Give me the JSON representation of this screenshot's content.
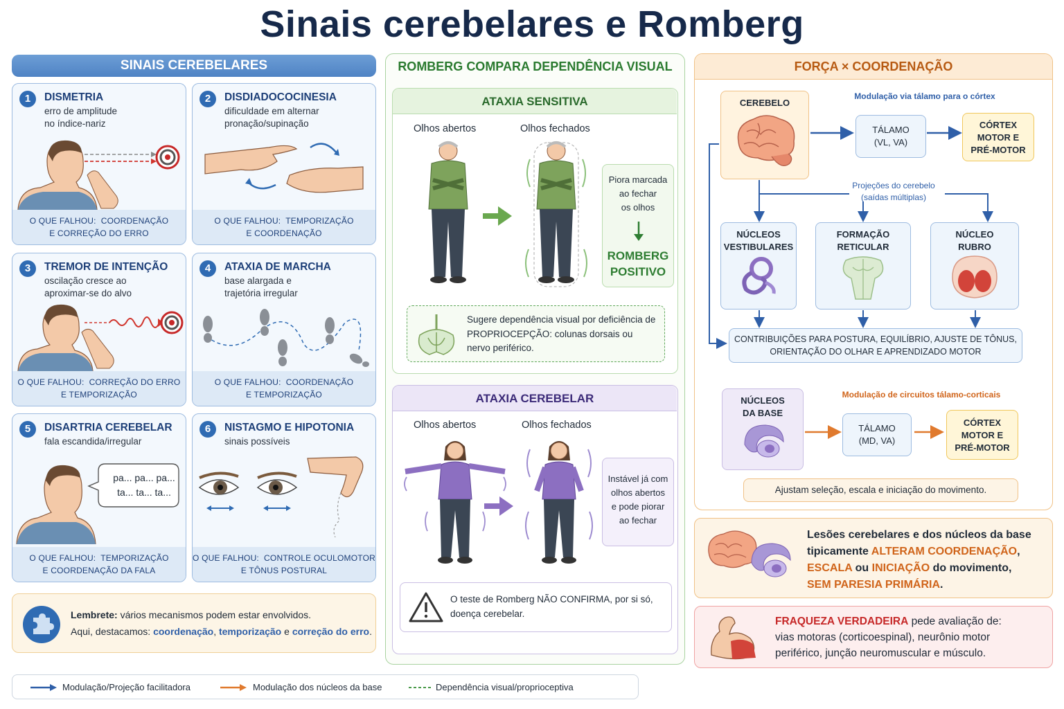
{
  "title": "Sinais cerebelares e Romberg",
  "left": {
    "header": "SINAIS CEREBELARES",
    "cards": [
      {
        "num": "1",
        "title": "DISMETRIA",
        "subtitle": "erro de amplitude\nno índice-nariz",
        "foot_label": "O QUE FALHOU:",
        "foot_text": "COORDENAÇÃO\nE CORREÇÃO DO ERRO"
      },
      {
        "num": "2",
        "title": "DISDIADOCOCINESIA",
        "subtitle": "dificuldade em alternar\npronação/supinação",
        "foot_label": "O QUE FALHOU:",
        "foot_text": "TEMPORIZAÇÃO\nE COORDENAÇÃO"
      },
      {
        "num": "3",
        "title": "TREMOR DE INTENÇÃO",
        "subtitle": "oscilação cresce ao\naproximar-se do alvo",
        "foot_label": "O QUE FALHOU:",
        "foot_text": "CORREÇÃO DO ERRO\nE TEMPORIZAÇÃO"
      },
      {
        "num": "4",
        "title": "ATAXIA DE MARCHA",
        "subtitle": "base alargada e\ntrajetória irregular",
        "foot_label": "O QUE FALHOU:",
        "foot_text": "COORDENAÇÃO\nE TEMPORIZAÇÃO"
      },
      {
        "num": "5",
        "title": "DISARTRIA CEREBELAR",
        "subtitle": "fala escandida/irregular",
        "foot_label": "O QUE FALHOU:",
        "foot_text": "TEMPORIZAÇÃO\nE COORDENAÇÃO DA FALA"
      },
      {
        "num": "6",
        "title": "NISTAGMO E HIPOTONIA",
        "subtitle": "sinais possíveis",
        "foot_label": "O QUE FALHOU:",
        "foot_text": "CONTROLE OCULOMOTOR\nE TÔNUS POSTURAL"
      }
    ],
    "speech_bubble": [
      "pa... pa... pa...",
      "ta... ta... ta..."
    ],
    "reminder": {
      "bold": "Lembrete:",
      "line1": " vários mecanismos podem estar envolvidos.",
      "line2_prefix": "Aqui, destacamos: ",
      "k1": "coordenação",
      "sep1": ", ",
      "k2": "temporização",
      "sep2": " e ",
      "k3": "correção do erro",
      "end": "."
    }
  },
  "middle": {
    "header": "ROMBERG COMPARA DEPENDÊNCIA VISUAL",
    "sensitive": {
      "title": "ATAXIA SENSITIVA",
      "eyes_open": "Olhos abertos",
      "eyes_closed": "Olhos fechados",
      "side_note": "Piora marcada\nao fechar\nos olhos",
      "result": "ROMBERG\nPOSITIVO",
      "note": "Sugere dependência visual por deficiência de\nPROPRIOCEPÇÃO: colunas dorsais ou\nnervo periférico."
    },
    "cerebellar": {
      "title": "ATAXIA CEREBELAR",
      "eyes_open": "Olhos abertos",
      "eyes_closed": "Olhos fechados",
      "side_note": "Instável já com\nolhos abertos\ne pode piorar\nao fechar",
      "warning": "O teste de Romberg NÃO CONFIRMA, por si só,\ndoença cerebelar."
    }
  },
  "right": {
    "header": "FORÇA × COORDENAÇÃO",
    "cerebelo": "CEREBELO",
    "modulation_label": "Modulação via tálamo para o córtex",
    "talamo1": "TÁLAMO\n(VL, VA)",
    "cortex1": "CÓRTEX\nMOTOR E\nPRÉ-MOTOR",
    "projections_label": "Projeções do cerebelo\n(saídas múltiplas)",
    "nuclei": [
      "NÚCLEOS\nVESTIBULARES",
      "FORMAÇÃO\nRETICULAR",
      "NÚCLEO\nRUBRO"
    ],
    "contrib": "CONTRIBUIÇÕES PARA POSTURA, EQUILÍBRIO, AJUSTE DE TÔNUS,\nORIENTAÇÃO DO OLHAR E APRENDIZADO MOTOR",
    "basal_nuclei": "NÚCLEOS\nDA BASE",
    "basal_modulation": "Modulação de circuitos tálamo-corticais",
    "talamo2": "TÁLAMO\n(MD, VA)",
    "cortex2": "CÓRTEX\nMOTOR E\nPRÉ-MOTOR",
    "basal_note": "Ajustam seleção, escala e iniciação do movimento.",
    "lesion": {
      "l1": "Lesões cerebelares e dos núcleos da base",
      "l2a": "tipicamente ",
      "l2b": "ALTERAM COORDENAÇÃO",
      "l2c": ",",
      "l3a": "ESCALA",
      "l3b": " ou ",
      "l3c": "INICIAÇÃO",
      "l3d": " do movimento,",
      "l4": "SEM PARESIA PRIMÁRIA",
      "l4end": "."
    },
    "weakness": {
      "title": "FRAQUEZA VERDADEIRA",
      "title_rest": "  pede avaliação de:",
      "line2": "vias motoras (corticoespinal), neurônio motor",
      "line3": "periférico, junção neuromuscular e músculo."
    }
  },
  "legend": {
    "items": [
      "Modulação/Projeção facilitadora",
      "Modulação dos núcleos da base",
      "Dependência visual/proprioceptiva"
    ],
    "colors": [
      "#2f5fa8",
      "#e07a2e",
      "#4a9a4a"
    ]
  }
}
